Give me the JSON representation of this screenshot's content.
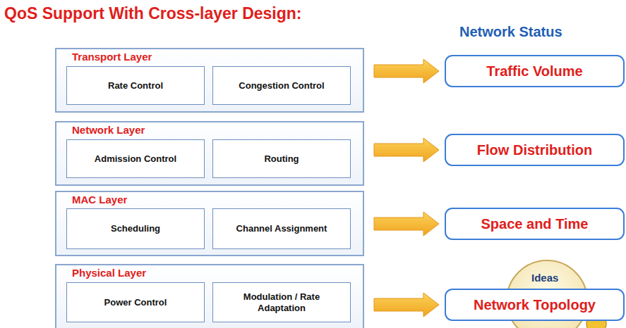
{
  "diagram": {
    "title": "QoS Support With Cross-layer Design:",
    "nodes": [
      {
        "text": [
          "Transport Layer"
        ]
      },
      {
        "text": [
          "Rate Control"
        ],
        "in": 0
      },
      {
        "text": [
          "Congestion Control"
        ],
        "in": 0
      },
      {
        "text": [
          "Traffic Volume"
        ]
      },
      {
        "text": [
          "Network Layer"
        ]
      },
      {
        "text": [
          "Admission Control"
        ],
        "in": 4
      },
      {
        "text": [
          "Routing"
        ],
        "in": 4
      },
      {
        "text": [
          "Flow Distribution"
        ]
      },
      {
        "text": [
          "MAC Layer"
        ]
      },
      {
        "text": [
          "Scheduling"
        ],
        "in": 8
      },
      {
        "text": [
          "Channel Assignment"
        ],
        "in": 8
      },
      {
        "text": [
          "Space and Time"
        ]
      },
      {
        "text": [
          "Physical Layer"
        ]
      },
      {
        "text": [
          "Power Control"
        ],
        "in": 12
      },
      {
        "text": [
          "Modulation / Rate Adaptation"
        ],
        "in": 12
      },
      {
        "text": [
          "Network Topology"
        ]
      }
    ],
    "edges": [
      {
        "from": 0,
        "to": 3,
        "arrow": "to"
      },
      {
        "from": 4,
        "to": 7,
        "arrow": "to"
      },
      {
        "from": 8,
        "to": 11,
        "arrow": "to"
      },
      {
        "from": 12,
        "to": 15,
        "arrow": "to"
      }
    ],
    "labels": [
      "Network Status",
      "Ideas"
    ]
  }
}
